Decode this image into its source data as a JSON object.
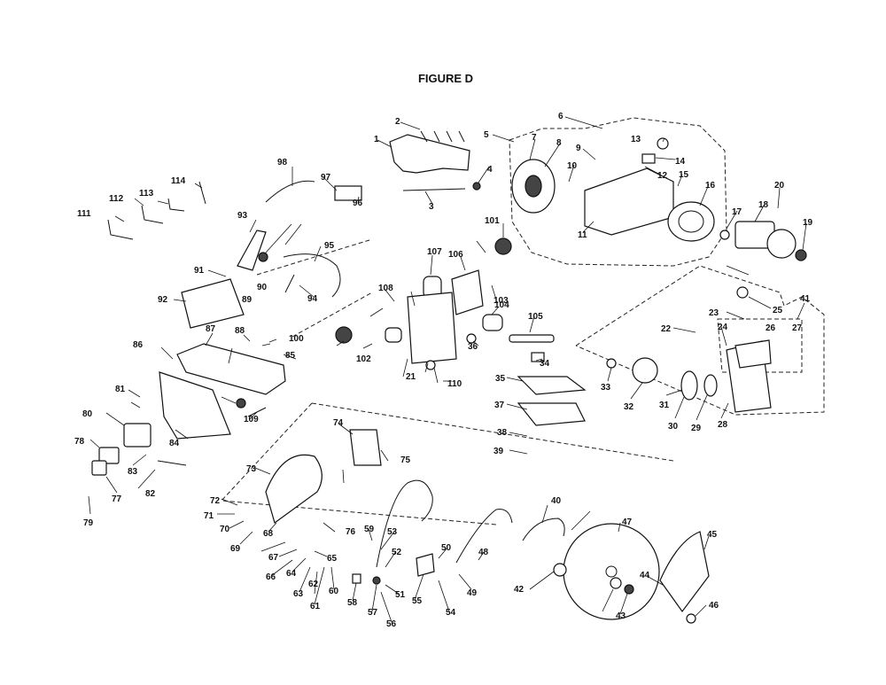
{
  "figure": {
    "title": "FIGURE D"
  },
  "part_numbers": [
    "1",
    "2",
    "3",
    "4",
    "5",
    "6",
    "7",
    "8",
    "9",
    "10",
    "11",
    "12",
    "13",
    "14",
    "15",
    "16",
    "17",
    "18",
    "19",
    "20",
    "21",
    "22",
    "23",
    "24",
    "25",
    "26",
    "27",
    "28",
    "29",
    "30",
    "31",
    "32",
    "33",
    "34",
    "35",
    "36",
    "37",
    "38",
    "39",
    "40",
    "41",
    "42",
    "43",
    "44",
    "45",
    "46",
    "47",
    "48",
    "49",
    "50",
    "51",
    "52",
    "53",
    "54",
    "55",
    "56",
    "57",
    "58",
    "59",
    "60",
    "61",
    "62",
    "63",
    "64",
    "65",
    "66",
    "67",
    "68",
    "69",
    "70",
    "71",
    "72",
    "73",
    "74",
    "75",
    "76",
    "77",
    "78",
    "79",
    "80",
    "81",
    "82",
    "83",
    "84",
    "85",
    "86",
    "87",
    "88",
    "89",
    "90",
    "91",
    "92",
    "93",
    "94",
    "95",
    "96",
    "97",
    "98",
    "100",
    "101",
    "102",
    "103",
    "104",
    "105",
    "106",
    "107",
    "108",
    "109",
    "110",
    "111",
    "112",
    "113",
    "114"
  ],
  "colors": {
    "background": "#ffffff",
    "ink": "#111111"
  }
}
